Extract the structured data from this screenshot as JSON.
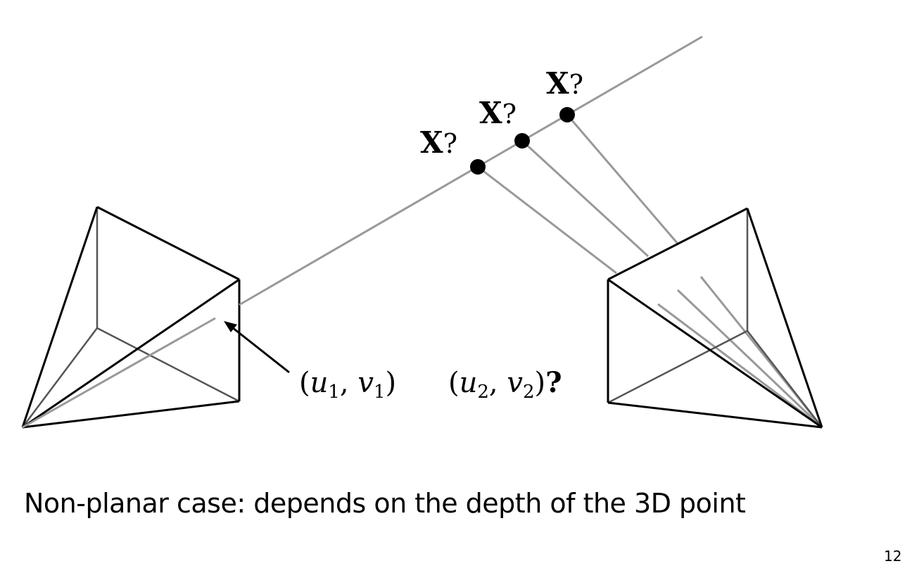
{
  "slide": {
    "caption": "Non-planar case: depends on the depth of the 3D point",
    "slide_number": "12"
  },
  "diagram": {
    "candidate_points": [
      {
        "symbol": "X",
        "suffix": "?"
      },
      {
        "symbol": "X",
        "suffix": "?"
      },
      {
        "symbol": "X",
        "suffix": "?"
      }
    ],
    "left_image_point": {
      "base1": "u",
      "sub1": "1",
      "base2": "v",
      "sub2": "1"
    },
    "right_image_point": {
      "base1": "u",
      "sub1": "2",
      "base2": "v",
      "sub2": "2",
      "suffix": "?"
    }
  },
  "colors": {
    "camera_edge": "#000000",
    "camera_back_edge": "#555555",
    "ray": "#999999",
    "point": "#000000"
  }
}
